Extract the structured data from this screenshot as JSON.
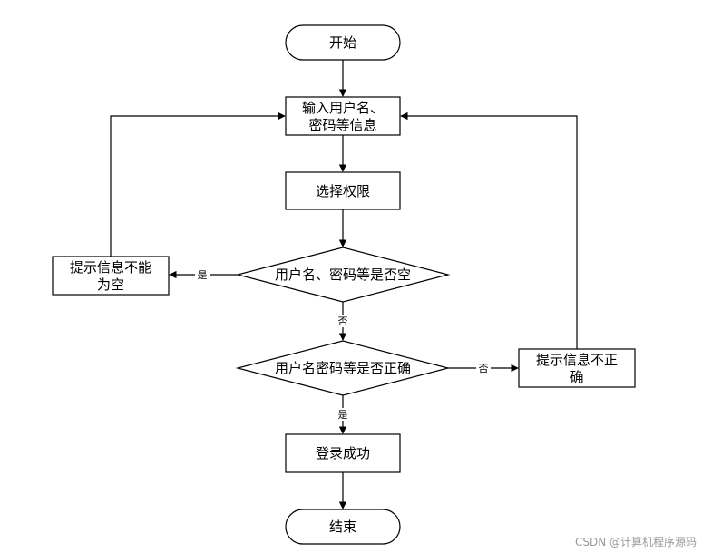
{
  "nodes": {
    "start": "开始",
    "input_line1": "输入用户名、",
    "input_line2": "密码等信息",
    "select_role": "选择权限",
    "check_empty": "用户名、密码等是否空",
    "empty_tip_line1": "提示信息不能",
    "empty_tip_line2": "为空",
    "check_correct": "用户名密码等是否正确",
    "wrong_tip_line1": "提示信息不正",
    "wrong_tip_line2": "确",
    "login_success": "登录成功",
    "end": "结束"
  },
  "edge_labels": {
    "empty_yes": "是",
    "empty_no": "否",
    "correct_no": "否",
    "correct_yes": "是"
  },
  "watermark": "CSDN @计算机程序源码"
}
